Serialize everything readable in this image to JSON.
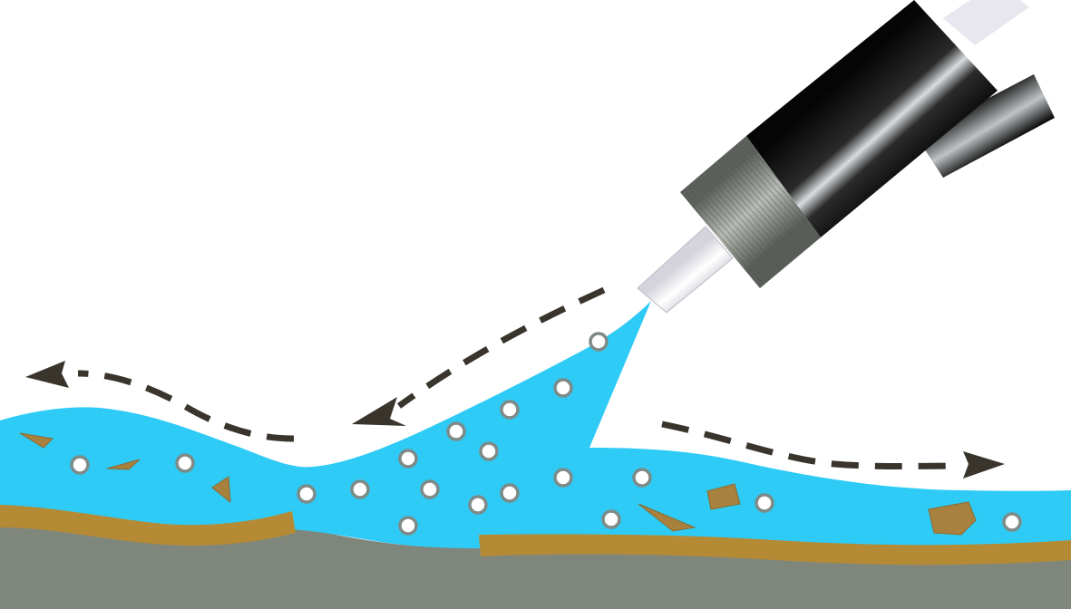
{
  "diagram": {
    "colors": {
      "background": "#ffffff",
      "fluid": "#2ecbf6",
      "substrate": "#7f877d",
      "residue_layer": "#b58a35",
      "debris": "#a9813e",
      "bubble_fill": "#ffffff",
      "bubble_stroke": "#7d8b88",
      "flow_arrow": "#3a352c",
      "nozzle_tip": "#e8e6ee",
      "nozzle_collar": "#8a8e88",
      "nozzle_body": "#1c1c1c"
    },
    "elements": {
      "nozzle": "spray-nozzle",
      "jet": "fluid-jet",
      "fluid_layer": "cleaning-fluid-layer",
      "bubbles": "air-bubbles",
      "debris": "detached-debris-particles",
      "residue": "surface-residue-layer",
      "substrate": "substrate-surface",
      "arrows": "flow-direction-arrows"
    }
  }
}
